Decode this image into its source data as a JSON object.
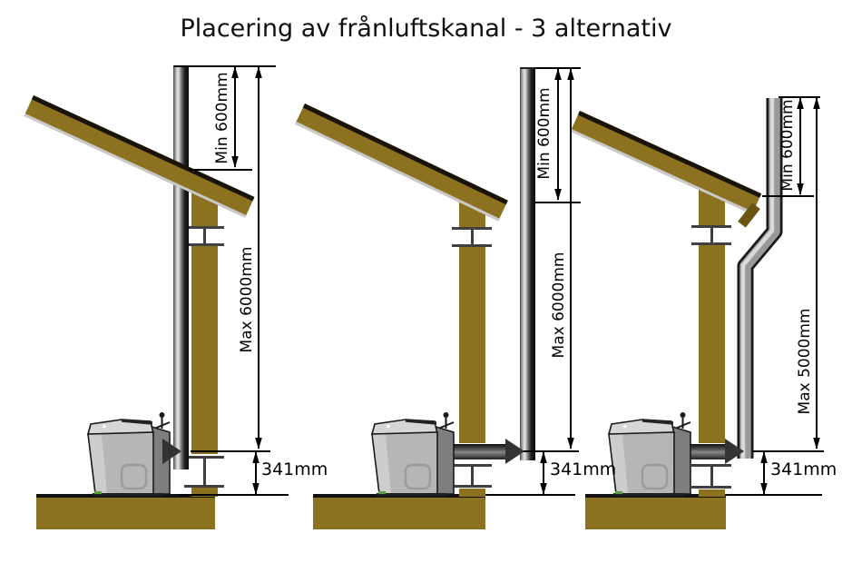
{
  "title": "Placering av frånluftskanal - 3 alternativ",
  "colors": {
    "wood": "#8c7120",
    "roof_edge": "#191308",
    "duct_metal": "#9a9a9a",
    "dimension_line": "#000000",
    "toilet_body": "#b6b6b6"
  },
  "diagrams": [
    {
      "min_height_label": "Min 600mm",
      "max_length_label": "Max 6000mm",
      "outlet_height_label": "341mm"
    },
    {
      "min_height_label": "Min 600mm",
      "max_length_label": "Max 6000mm",
      "outlet_height_label": "341mm"
    },
    {
      "min_height_label": "Min 600mm",
      "max_length_label": "Max 5000mm",
      "outlet_height_label": "341mm"
    }
  ]
}
